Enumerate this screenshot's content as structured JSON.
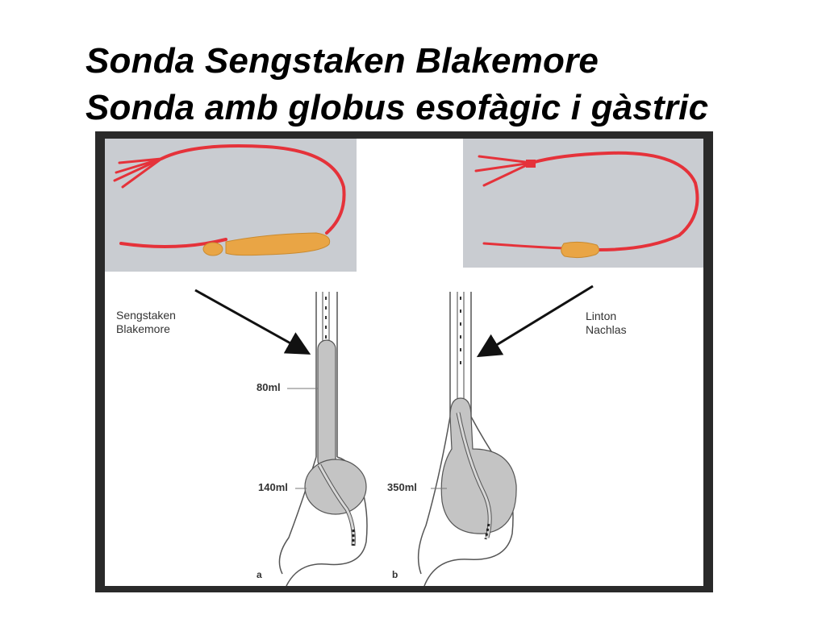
{
  "slide": {
    "title_line1": "Sonda Sengstaken Blakemore",
    "title_line2": "Sonda amb globus esofàgic i gàstric"
  },
  "figure": {
    "left_label_line1": "Sengstaken",
    "left_label_line2": "Blakemore",
    "right_label_line1": "Linton",
    "right_label_line2": "Nachlas",
    "left_esophageal_volume": "80ml",
    "left_gastric_volume": "140ml",
    "right_gastric_volume": "350ml",
    "panel_a": "a",
    "panel_b": "b"
  },
  "colors": {
    "tube_red": "#e5323a",
    "balloon_orange": "#e9a545",
    "balloon_gray": "#c4c4c4",
    "photo_background": "#c9ccd1",
    "frame": "#2a2a2a"
  }
}
